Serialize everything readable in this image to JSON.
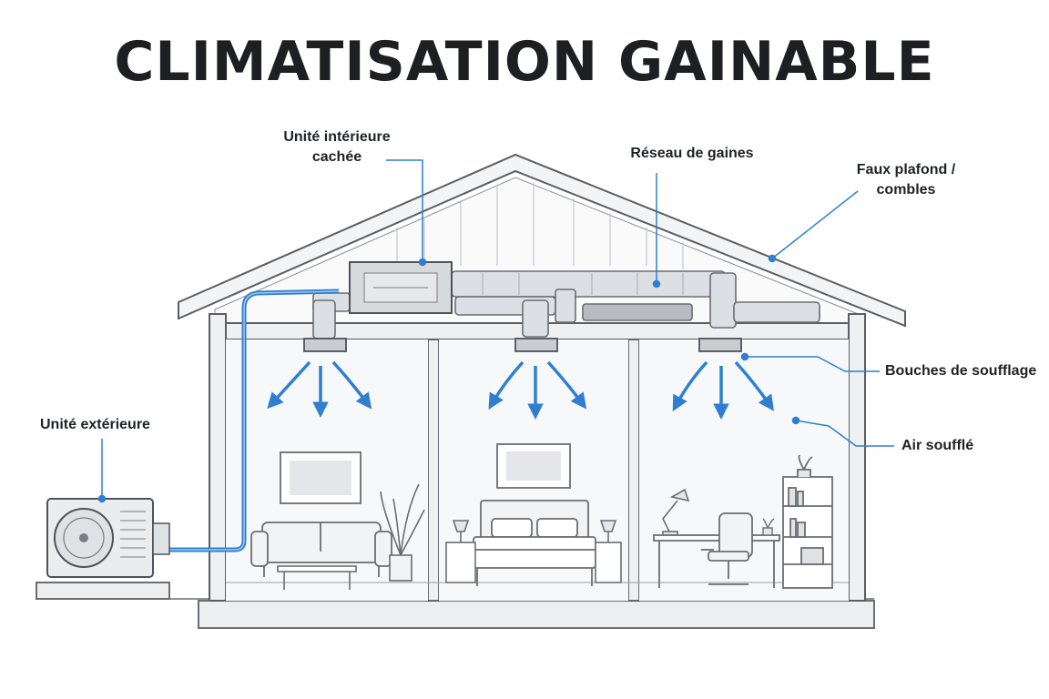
{
  "title": "CLIMATISATION GAINABLE",
  "labels": {
    "indoor_unit": [
      "Unité intérieure",
      "cachée"
    ],
    "ducts": "Réseau de gaines",
    "ceiling": [
      "Faux plafond /",
      "combles"
    ],
    "vents": "Bouches de soufflage",
    "air": "Air soufflé",
    "outdoor_unit": "Unité extérieure"
  },
  "colors": {
    "line": "#5a5e63",
    "wall_fill": "#eef0f2",
    "duct": "#dcdfe3",
    "accent_blue": "#2f7fd0",
    "text": "#1e2226"
  },
  "icons": [
    "air-flow-arrow-icon",
    "fan-grille-icon",
    "sofa-icon",
    "bed-icon",
    "desk-chair-icon",
    "plant-icon",
    "lamp-icon",
    "bookshelf-icon"
  ]
}
